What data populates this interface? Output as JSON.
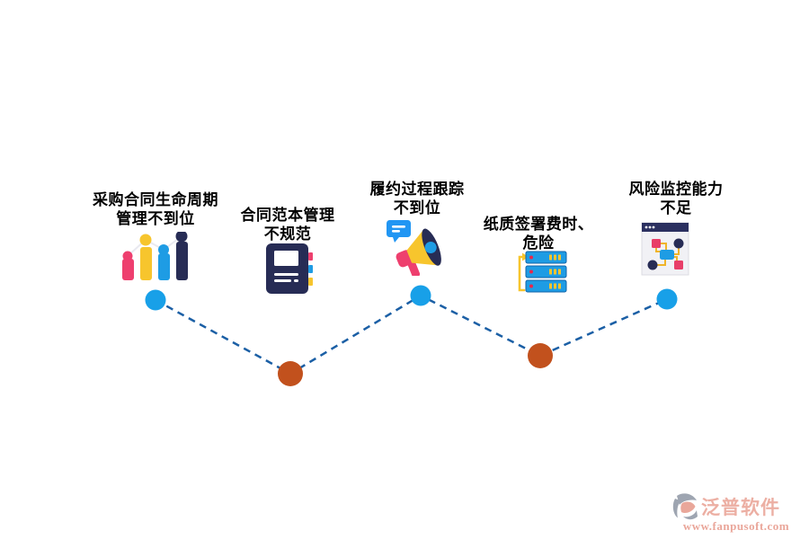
{
  "diagram": {
    "items": [
      {
        "title_line1": "采购合同生命周期",
        "title_line2": "管理不到位",
        "icon": "bar-chart-icon",
        "dot_color": "#18a0e8"
      },
      {
        "title_line1": "合同范本管理",
        "title_line2": "不规范",
        "icon": "notebook-icon",
        "dot_color": "#c2511d"
      },
      {
        "title_line1": "履约过程跟踪",
        "title_line2": "不到位",
        "icon": "megaphone-icon",
        "dot_color": "#18a0e8"
      },
      {
        "title_line1": "纸质签署费时、",
        "title_line2": "危险",
        "icon": "server-stack-icon",
        "dot_color": "#c2511d"
      },
      {
        "title_line1": "风险监控能力",
        "title_line2": "不足",
        "icon": "flowchart-window-icon",
        "dot_color": "#18a0e8"
      }
    ],
    "connector": {
      "style": "dashed",
      "color": "#1b5fa5"
    }
  },
  "watermark": {
    "brand": "泛普软件",
    "url": "www.fanpusoft.com",
    "brand_color": "#ecab9f"
  },
  "colors": {
    "background": "#ffffff",
    "title_text": "#000000",
    "blue_dot": "#18a0e8",
    "orange_dot": "#c2511d",
    "dashed_line": "#1b5fa5",
    "icon_navy": "#272c55",
    "icon_pink": "#ee3f6e",
    "icon_yellow": "#f7c52d",
    "icon_blue": "#1e9ce4"
  }
}
